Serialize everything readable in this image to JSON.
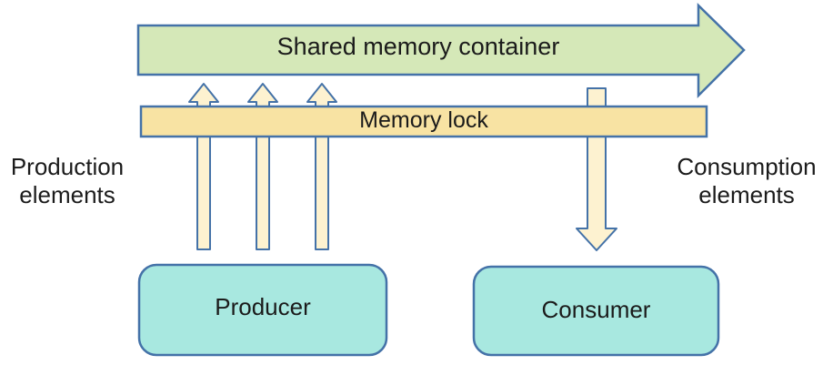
{
  "diagram": {
    "title": "Producer-Consumer shared memory diagram",
    "colors": {
      "container_fill": "#d5e8b8",
      "container_stroke": "#4472a8",
      "lock_fill": "#f8e3a3",
      "lock_stroke": "#4472a8",
      "arrow_fill": "#fdf2d0",
      "arrow_stroke": "#4472a8",
      "box_fill": "#a8e8e0",
      "box_stroke": "#4472a8",
      "text": "#1b1b1b",
      "background": "#ffffff"
    },
    "shared_memory_container": {
      "label": "Shared memory container",
      "shape": "right-arrow",
      "direction": "right"
    },
    "memory_lock": {
      "label": "Memory lock",
      "shape": "rectangle"
    },
    "producer": {
      "label": "Producer",
      "shape": "rounded-rectangle"
    },
    "consumer": {
      "label": "Consumer",
      "shape": "rounded-rectangle"
    },
    "side_labels": {
      "left": "Production\nelements",
      "right": "Consumption\nelements"
    },
    "production_arrows": {
      "count": 3,
      "direction": "up",
      "from": "Producer",
      "to": "Shared memory container"
    },
    "consumption_arrows": {
      "count": 1,
      "direction": "down",
      "from": "Shared memory container",
      "to": "Consumer"
    }
  }
}
